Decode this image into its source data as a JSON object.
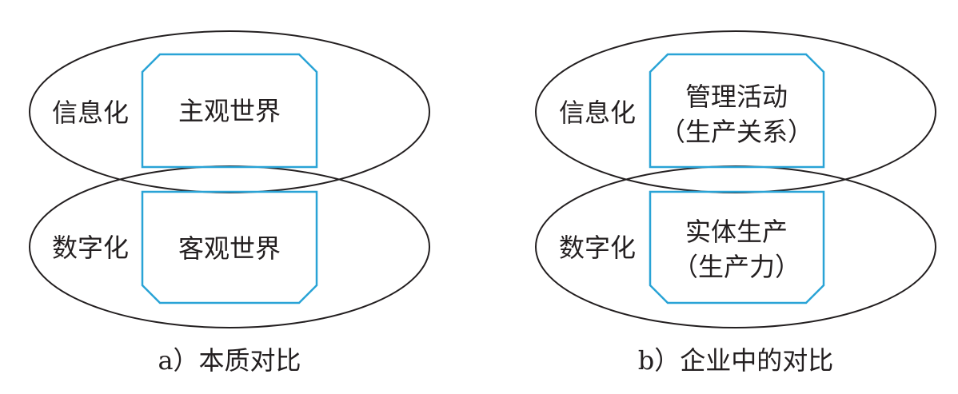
{
  "colors": {
    "ellipse_stroke": "#231f20",
    "box_stroke": "#29a3d6",
    "text": "#231f20",
    "background": "#ffffff"
  },
  "panels": [
    {
      "caption": "a）本质对比",
      "top": {
        "side_label": "信息化",
        "box_lines": [
          "主观世界"
        ]
      },
      "bottom": {
        "side_label": "数字化",
        "box_lines": [
          "客观世界"
        ]
      }
    },
    {
      "caption": "b）企业中的对比",
      "top": {
        "side_label": "信息化",
        "box_lines": [
          "管理活动",
          "（生产关系）"
        ]
      },
      "bottom": {
        "side_label": "数字化",
        "box_lines": [
          "实体生产",
          "（生产力）"
        ]
      }
    }
  ]
}
